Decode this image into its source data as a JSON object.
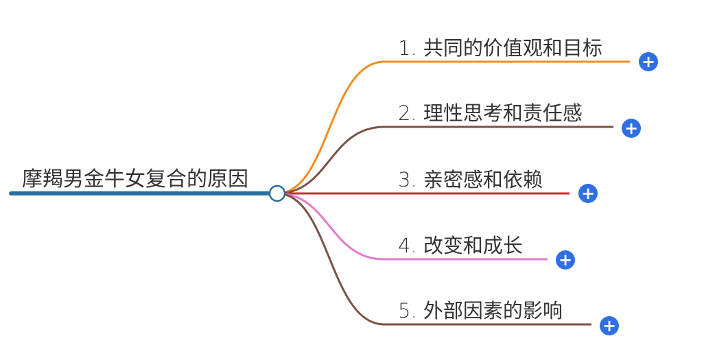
{
  "root": {
    "label": "摩羯男金牛女复合的原因",
    "color": "#2a6e9e"
  },
  "branches": [
    {
      "label": "1. 共同的价值观和目标",
      "color": "#f28c1e",
      "expand_icon": "plus-icon"
    },
    {
      "label": "2. 理性思考和责任感",
      "color": "#7a5244",
      "expand_icon": "plus-icon"
    },
    {
      "label": "3. 亲密感和依赖",
      "color": "#d02c2c",
      "expand_icon": "plus-icon"
    },
    {
      "label": "4. 改变和成长",
      "color": "#e27ac8",
      "expand_icon": "plus-icon"
    },
    {
      "label": "5. 外部因素的影响",
      "color": "#7a5244",
      "expand_icon": "plus-icon"
    }
  ],
  "expand_symbol": "+",
  "button_color": "#2f6fe4"
}
